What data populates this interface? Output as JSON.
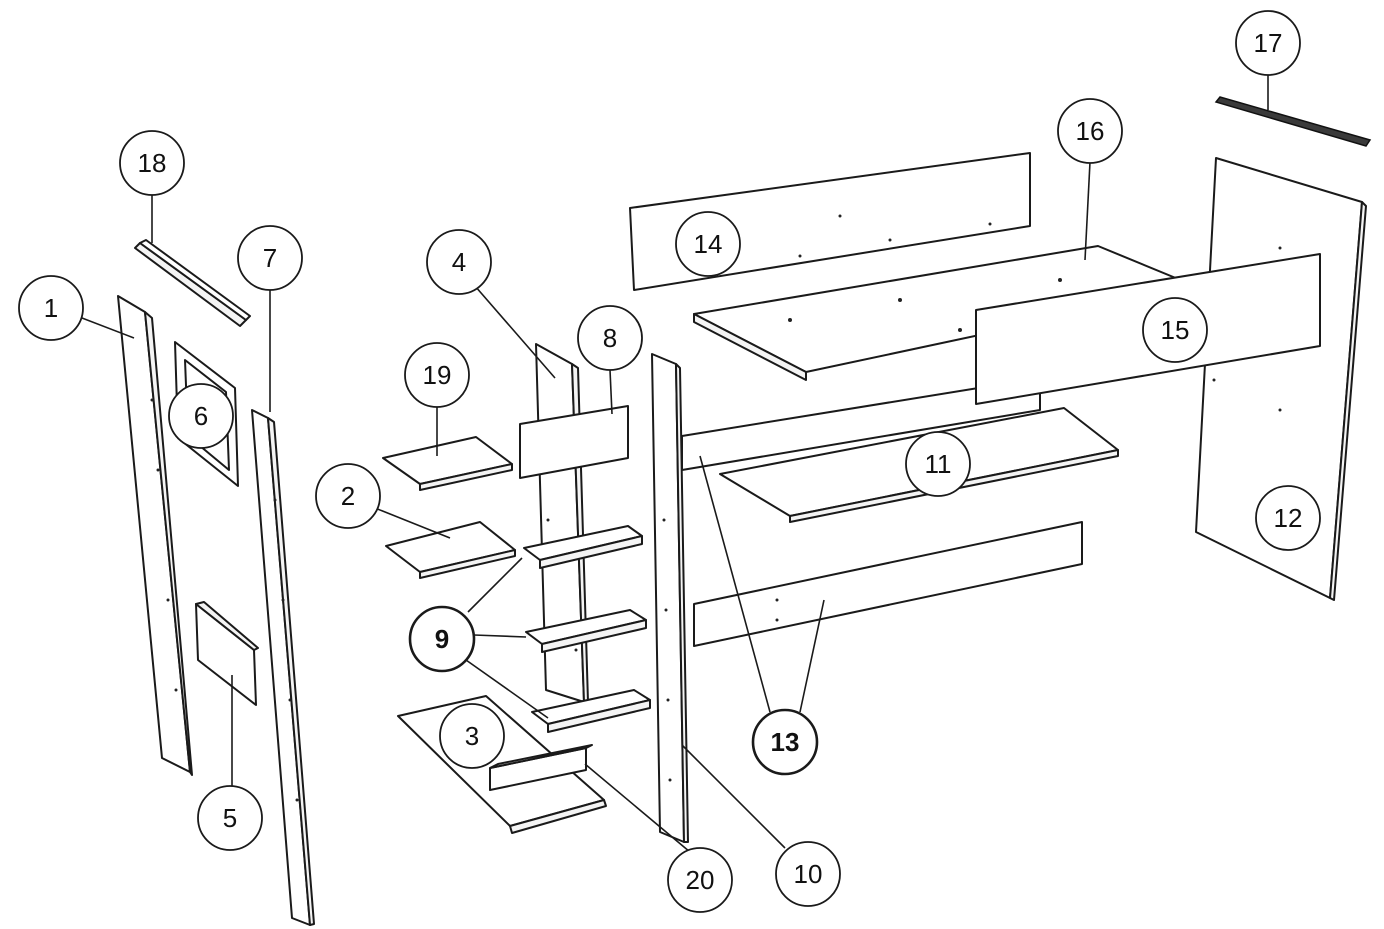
{
  "parts": [
    {
      "id": "p1",
      "label": "1",
      "emphasis": false
    },
    {
      "id": "p2",
      "label": "2",
      "emphasis": false
    },
    {
      "id": "p3",
      "label": "3",
      "emphasis": false
    },
    {
      "id": "p4",
      "label": "4",
      "emphasis": false
    },
    {
      "id": "p5",
      "label": "5",
      "emphasis": false
    },
    {
      "id": "p6",
      "label": "6",
      "emphasis": false
    },
    {
      "id": "p7",
      "label": "7",
      "emphasis": false
    },
    {
      "id": "p8",
      "label": "8",
      "emphasis": false
    },
    {
      "id": "p9",
      "label": "9",
      "emphasis": true
    },
    {
      "id": "p10",
      "label": "10",
      "emphasis": false
    },
    {
      "id": "p11",
      "label": "11",
      "emphasis": false
    },
    {
      "id": "p12",
      "label": "12",
      "emphasis": false
    },
    {
      "id": "p13",
      "label": "13",
      "emphasis": true
    },
    {
      "id": "p14",
      "label": "14",
      "emphasis": false
    },
    {
      "id": "p15",
      "label": "15",
      "emphasis": false
    },
    {
      "id": "p16",
      "label": "16",
      "emphasis": false
    },
    {
      "id": "p17",
      "label": "17",
      "emphasis": false
    },
    {
      "id": "p18",
      "label": "18",
      "emphasis": false
    },
    {
      "id": "p19",
      "label": "19",
      "emphasis": false
    },
    {
      "id": "p20",
      "label": "20",
      "emphasis": false
    }
  ],
  "colors": {
    "line": "#1a1a1a",
    "background": "#ffffff"
  }
}
